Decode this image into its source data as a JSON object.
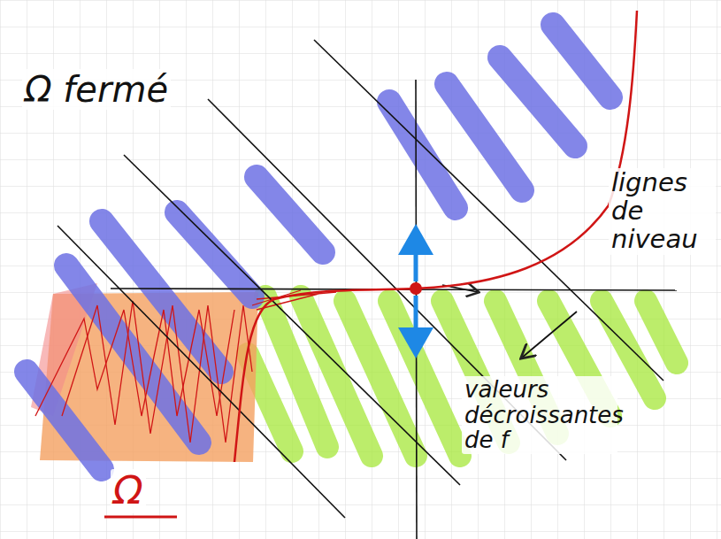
{
  "diagram": {
    "labels": [
      "Ω fermé",
      "lignes de niveau",
      "valeurs décroissantes de f",
      "Ω"
    ]
  }
}
